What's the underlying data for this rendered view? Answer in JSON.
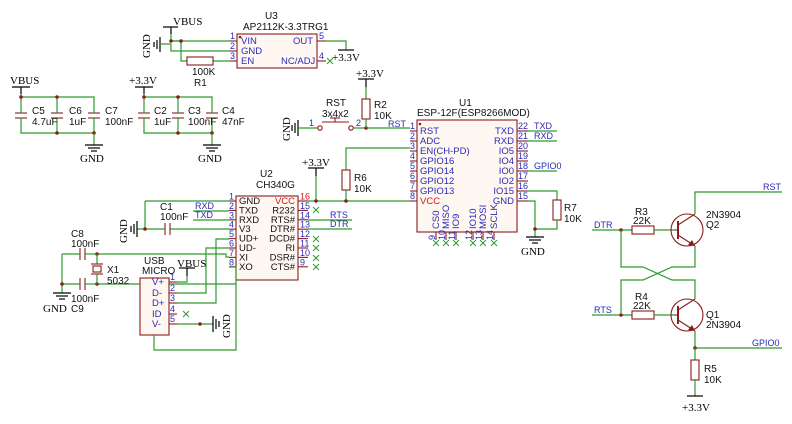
{
  "power": {
    "vbus": "VBUS",
    "v33": "+3.3V",
    "gnd": "GND"
  },
  "u3": {
    "ref": "U3",
    "part": "AP2112K-3.3TRG1",
    "pins": {
      "vin": "VIN",
      "gnd": "GND",
      "en": "EN",
      "out": "OUT",
      "nc": "NC/ADJ"
    },
    "nums": [
      "1",
      "2",
      "3",
      "5",
      "4"
    ]
  },
  "r1": {
    "ref": "R1",
    "value": "100K"
  },
  "caps_vbus": [
    {
      "ref": "C5",
      "value": "4.7uF"
    },
    {
      "ref": "C6",
      "value": "1uF"
    },
    {
      "ref": "C7",
      "value": "100nF"
    }
  ],
  "caps_33": [
    {
      "ref": "C2",
      "value": "1uF"
    },
    {
      "ref": "C3",
      "value": "100nF"
    },
    {
      "ref": "C4",
      "value": "47nF"
    }
  ],
  "rst_switch": {
    "ref": "RST",
    "value": "3x4x2",
    "pin1": "1",
    "pin2": "2",
    "net": "RST"
  },
  "r2": {
    "ref": "R2",
    "value": "10K"
  },
  "u1": {
    "ref": "U1",
    "part": "ESP-12F(ESP8266MOD)",
    "left_pins": [
      {
        "num": "1",
        "name": "RST"
      },
      {
        "num": "2",
        "name": "ADC"
      },
      {
        "num": "3",
        "name": "EN(CH-PD)"
      },
      {
        "num": "4",
        "name": "GPIO16"
      },
      {
        "num": "5",
        "name": "GPIO14"
      },
      {
        "num": "6",
        "name": "GPIO12"
      },
      {
        "num": "7",
        "name": "GPIO13"
      },
      {
        "num": "8",
        "name": "VCC"
      }
    ],
    "right_pins": [
      {
        "num": "22",
        "name": "TXD"
      },
      {
        "num": "21",
        "name": "RXD"
      },
      {
        "num": "20",
        "name": "IO5"
      },
      {
        "num": "19",
        "name": "IO4"
      },
      {
        "num": "18",
        "name": "IO0"
      },
      {
        "num": "17",
        "name": "IO2"
      },
      {
        "num": "16",
        "name": "IO15"
      },
      {
        "num": "15",
        "name": "GND"
      }
    ],
    "bottom_pins": [
      {
        "num": "9",
        "name": "CS0"
      },
      {
        "num": "10",
        "name": "MISO"
      },
      {
        "num": "11",
        "name": "IO9"
      },
      {
        "num": "12",
        "name": "IO10"
      },
      {
        "num": "13",
        "name": "MOSI"
      },
      {
        "num": "14",
        "name": "SCLK"
      }
    ],
    "nets": {
      "txd": "TXD",
      "rxd": "RXD",
      "gpio0": "GPIO0"
    }
  },
  "r6": {
    "ref": "R6",
    "value": "10K"
  },
  "r7": {
    "ref": "R7",
    "value": "10K"
  },
  "u2": {
    "ref": "U2",
    "part": "CH340G",
    "left_pins": [
      {
        "num": "1",
        "name": "GND"
      },
      {
        "num": "2",
        "name": "TXD"
      },
      {
        "num": "3",
        "name": "RXD"
      },
      {
        "num": "4",
        "name": "V3"
      },
      {
        "num": "5",
        "name": "UD+"
      },
      {
        "num": "6",
        "name": "UD-"
      },
      {
        "num": "7",
        "name": "XI"
      },
      {
        "num": "8",
        "name": "XO"
      }
    ],
    "right_pins": [
      {
        "num": "16",
        "name": "VCC"
      },
      {
        "num": "15",
        "name": "R232"
      },
      {
        "num": "14",
        "name": "RTS#"
      },
      {
        "num": "13",
        "name": "DTR#"
      },
      {
        "num": "12",
        "name": "DCD#"
      },
      {
        "num": "11",
        "name": "RI"
      },
      {
        "num": "10",
        "name": "DSR#"
      },
      {
        "num": "9",
        "name": "CTS#"
      }
    ],
    "nets": {
      "rxd": "RXD",
      "txd": "TXD",
      "rts": "RTS",
      "dtr": "DTR"
    }
  },
  "c1": {
    "ref": "C1",
    "value": "100nF"
  },
  "c8": {
    "ref": "C8",
    "value": "100nF"
  },
  "c9": {
    "ref": "C9",
    "value": "100nF"
  },
  "x1": {
    "ref": "X1",
    "value": "5032"
  },
  "usb": {
    "label1": "USB",
    "label2": "MICRO",
    "pins": [
      {
        "num": "1",
        "name": "V+"
      },
      {
        "num": "2",
        "name": "D-"
      },
      {
        "num": "3",
        "name": "D+"
      },
      {
        "num": "4",
        "name": "ID"
      },
      {
        "num": "5",
        "name": "V-"
      }
    ]
  },
  "q_section": {
    "r3": {
      "ref": "R3",
      "value": "22K"
    },
    "r4": {
      "ref": "R4",
      "value": "22K"
    },
    "r5": {
      "ref": "R5",
      "value": "10K"
    },
    "q2": {
      "part": "2N3904",
      "ref": "Q2"
    },
    "q1": {
      "part": "2N3904",
      "ref": "Q1"
    },
    "nets": {
      "rst": "RST",
      "dtr": "DTR",
      "rts": "RTS",
      "gpio0": "GPIO0"
    }
  }
}
